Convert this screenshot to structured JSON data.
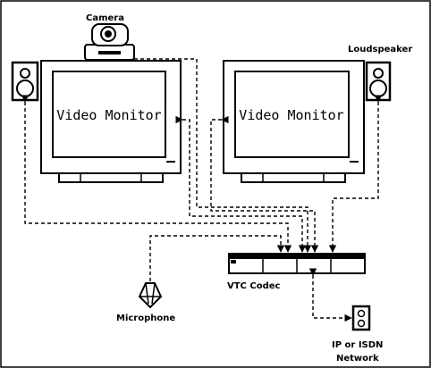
{
  "labels": {
    "camera": "Camera",
    "loudspeaker": "Loudspeaker",
    "monitor_left": "Video Monitor",
    "monitor_right": "Video Monitor",
    "codec": "VTC Codec",
    "microphone": "Microphone",
    "network_line1": "IP or ISDN",
    "network_line2": "Network"
  }
}
